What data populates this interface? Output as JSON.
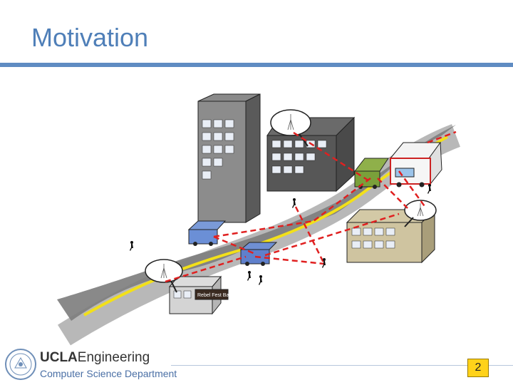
{
  "slide": {
    "title": "Motivation",
    "page_number": "2"
  },
  "footer": {
    "engineering_prefix": "UCLA",
    "engineering_suffix": "Engineering",
    "department": "Computer Science Department"
  },
  "scene": {
    "shop_sign": "Rebel Fest Bar"
  },
  "colors": {
    "title": "#4f7fb8",
    "rule": "#5f8cc2",
    "road": "#6e6e6e",
    "road_line": "#f2e01a",
    "link": "#e02020",
    "page_badge": "#ffd21a"
  }
}
